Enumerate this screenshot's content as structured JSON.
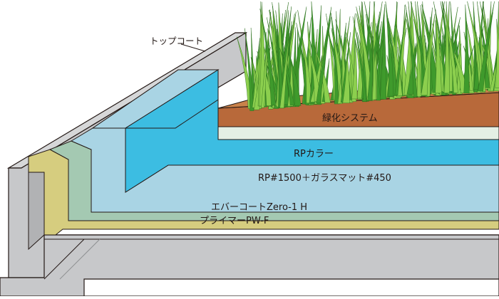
{
  "diagram": {
    "callout": "トップコート",
    "layers": [
      {
        "name": "green-system",
        "label": "緑化システム",
        "color": "#b8693a"
      },
      {
        "name": "rp-color",
        "label": "RPカラー",
        "color": "#3cbde2"
      },
      {
        "name": "rp-mat",
        "label": "RP#1500＋ガラスマット#450",
        "color": "#a9d4e4"
      },
      {
        "name": "ever-coat",
        "label": "エバーコートZero-1 H",
        "color": "#a4c9b2"
      },
      {
        "name": "primer",
        "label": "プライマーPW-F",
        "color": "#d6cd7f"
      }
    ],
    "colors": {
      "concrete": "#c7c8ca",
      "concrete_dark": "#a7a8aa",
      "outline": "#231815",
      "grass": "#3f9a2c",
      "grass_light": "#8ccf4e",
      "soil_top": "#c9824a",
      "drain_mat": "#e4efe4"
    }
  }
}
